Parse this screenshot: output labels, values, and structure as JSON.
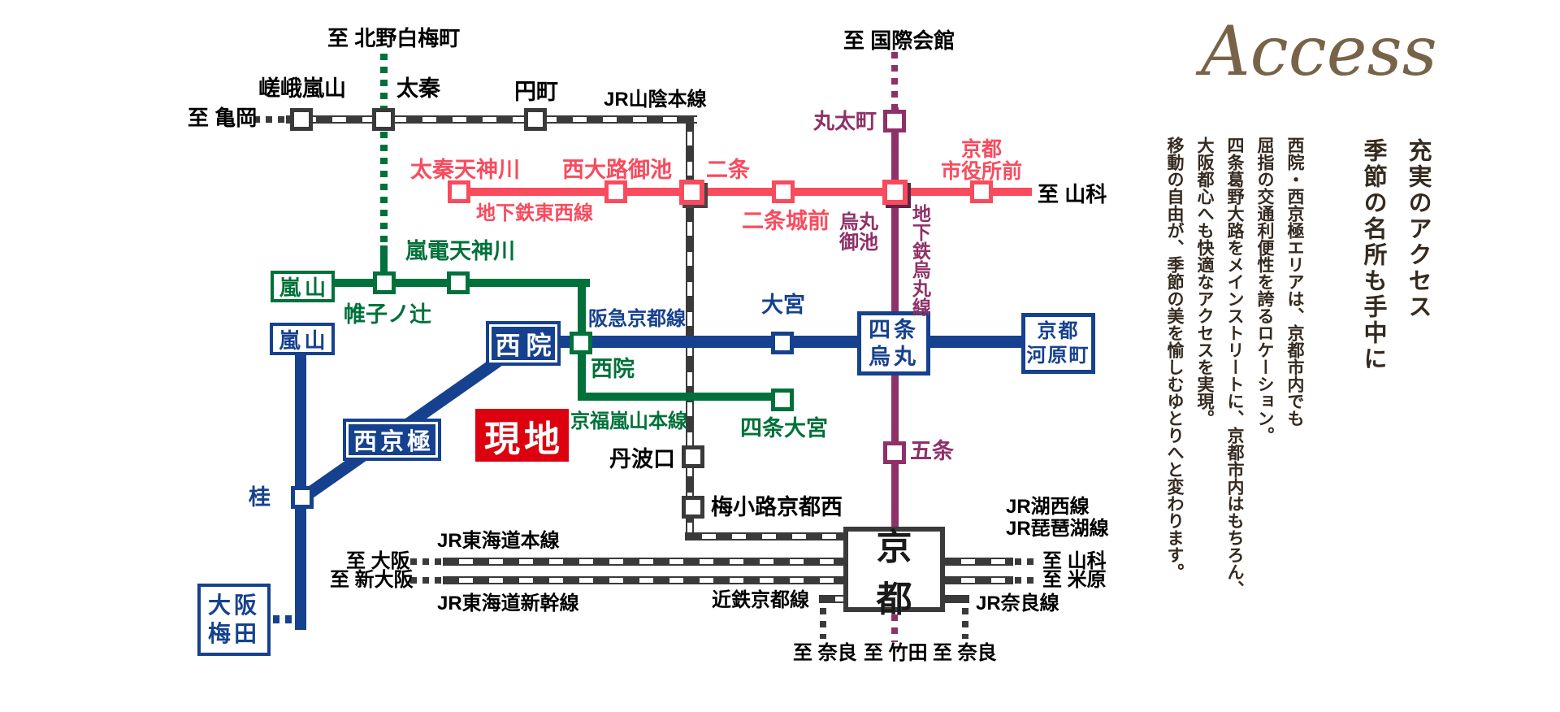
{
  "colors": {
    "jr": "#3a3a3a",
    "pink": "#f94b5e",
    "purple": "#8f3168",
    "green": "#00713a",
    "blue": "#16418e",
    "red": "#dd000f",
    "brown": "#776448",
    "ink": "#352a1f"
  },
  "side_panel": {
    "access_title": "Access",
    "headline": [
      "充実のアクセス",
      "季節の名所も手中に"
    ],
    "paragraph": [
      "西院・西京極エリアは、京都市内でも",
      "屈指の交通利便性を誇るロケーション。",
      "四条葛野大路をメインストリートに、京都市内はもちろん、",
      "大阪都心へも快適なアクセスを実現。",
      "移動の自由が、季節の美を愉しむゆとりへと変わります。"
    ]
  },
  "map": {
    "site_label": "現地",
    "line_names": {
      "jr_sanin": "JR山陰本線",
      "tozai": "地下鉄東西線",
      "karasuma": "地下鉄烏丸線",
      "hankyu": "阪急京都線",
      "keifuku": "京福嵐山本線",
      "jr_tokaido_main": "JR東海道本線",
      "jr_tokaido_shinkansen": "JR東海道新幹線",
      "kintetsu": "近鉄京都線",
      "jr_nara": "JR奈良線",
      "jr_kosei": "JR湖西線",
      "jr_biwako": "JR琵琶湖線"
    },
    "stations": {
      "saga_arashiyama": "嵯峨嵐山",
      "uzumasa": "太秦",
      "emmachi": "円町",
      "marutamachi": "丸太町",
      "uzumasa_tenjingawa": "太秦天神川",
      "nishioji_oike": "西大路御池",
      "nijo": "二条",
      "nijojo_mae": "二条城前",
      "karasuma_oike_l1": "烏丸",
      "karasuma_oike_l2": "御池",
      "shiyakusho_l1": "京都",
      "shiyakusho_l2": "市役所前",
      "randen_tenjingawa": "嵐電天神川",
      "katabiranotsuji": "帷子ノ辻",
      "arashiyama_randen": "嵐山",
      "arashiyama_hankyu": "嵐山",
      "saiin_hankyu": "西院",
      "saiin_randen": "西院",
      "omiya": "大宮",
      "shijo_karasuma_l1": "四条",
      "shijo_karasuma_l2": "烏丸",
      "kyoto_kawaramachi_l1": "京都",
      "kyoto_kawaramachi_l2": "河原町",
      "shijo_omiya": "四条大宮",
      "nishikyogoku": "西京極",
      "katsura": "桂",
      "gojo": "五条",
      "tambaguchi": "丹波口",
      "umekoji": "梅小路京都西",
      "kyoto": "京都",
      "osaka_umeda_l1": "大阪",
      "osaka_umeda_l2": "梅田"
    },
    "destinations": {
      "kitano_hakubaicho": "至 北野白梅町",
      "kameoka": "至 亀岡",
      "kokusaikaikan": "至 国際会館",
      "yamashina_tozai": "至 山科",
      "osaka": "至 大阪",
      "shin_osaka": "至 新大阪",
      "yamashina_jr": "至 山科",
      "maibara": "至 米原",
      "nara_kintetsu": "至 奈良",
      "takeda": "至 竹田",
      "nara_jr": "至 奈良"
    }
  }
}
